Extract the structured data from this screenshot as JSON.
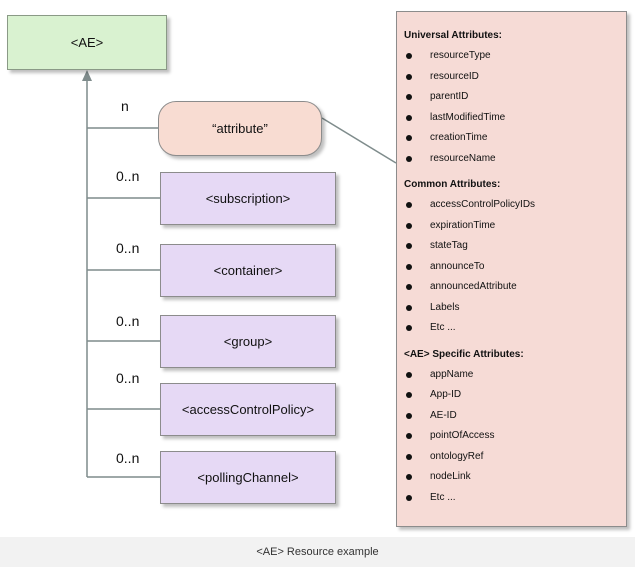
{
  "diagram": {
    "root": "<AE>",
    "attribute_node": {
      "label": "“attribute”",
      "multiplicity": "n"
    },
    "children": [
      {
        "label": "<subscription>",
        "multiplicity": "0..n"
      },
      {
        "label": "<container>",
        "multiplicity": "0..n"
      },
      {
        "label": "<group>",
        "multiplicity": "0..n"
      },
      {
        "label": "<accessControlPolicy>",
        "multiplicity": "0..n"
      },
      {
        "label": "<pollingChannel>",
        "multiplicity": "0..n"
      }
    ]
  },
  "attributes_panel": {
    "universal": {
      "title": "Universal Attributes:",
      "items": [
        "resourceType",
        "resourceID",
        "parentID",
        "lastModifiedTime",
        "creationTime",
        "resourceName"
      ]
    },
    "common": {
      "title": "Common Attributes:",
      "items": [
        "accessControlPolicyIDs",
        "expirationTime",
        "stateTag",
        "announceTo",
        "announcedAttribute",
        "Labels",
        "Etc ..."
      ]
    },
    "specific": {
      "title": "<AE> Specific Attributes:",
      "items": [
        "appName",
        "App-ID",
        "AE-ID",
        "pointOfAccess",
        "ontologyRef",
        "nodeLink",
        "Etc ..."
      ]
    }
  },
  "caption": "<AE> Resource example",
  "colors": {
    "root_fill": "#d9f2d0",
    "attribute_fill": "#f8dcd2",
    "child_fill": "#e6d9f5",
    "panel_fill": "#f6dbd6",
    "line": "#7f8c8c"
  }
}
